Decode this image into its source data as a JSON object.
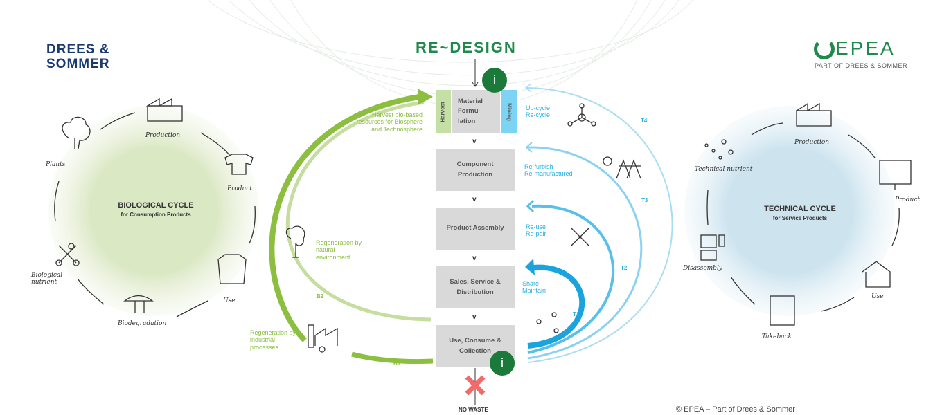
{
  "logos": {
    "drees_sommer": "DREES &\nSOMMER",
    "redesign": "RE~DESIGN",
    "epea": "EPEA",
    "epea_sub": "PART OF DREES & SOMMER"
  },
  "biological_cycle": {
    "title": "BIOLOGICAL CYCLE",
    "subtitle": "for Consumption Products",
    "steps": [
      "Production",
      "Product",
      "Use",
      "Biodegradation",
      "Biological\nnutrient",
      "Plants"
    ]
  },
  "technical_cycle": {
    "title": "TECHNICAL CYCLE",
    "subtitle": "for Service Products",
    "steps": [
      "Production",
      "Product",
      "Use",
      "Takeback",
      "Disassembly",
      "Technical nutrient"
    ]
  },
  "value_chain": {
    "harvest": "Harvest",
    "mining": "Mining",
    "stages": [
      "Material\nFormu-\nlation",
      "Component\nProduction",
      "Product  Assembly",
      "Sales,  Service &\nDistribution",
      "Use,  Consume &\nCollection"
    ],
    "info_icon": "i",
    "no_waste": "NO WASTE"
  },
  "bio_loops": {
    "harvest_label": "Harvest bio-based\nresources for Biosphere\nand Technosphere",
    "natural": "Regeneration  by\nnatural\nenvironment",
    "industrial": "Regeneration  by\nindustrial\nprocesses",
    "b1": "B1",
    "b2": "B2"
  },
  "tech_loops": {
    "t4": {
      "code": "T4",
      "label": "Up-cycle\nRe-cycle"
    },
    "t3": {
      "code": "T3",
      "label": "Re-furbish\nRe-manufactured"
    },
    "t2": {
      "code": "T2",
      "label": "Re-use\nRe-pair"
    },
    "t1": {
      "code": "T1",
      "label": "Share\nMaintain"
    }
  },
  "copyright": "© EPEA – Part of Drees & Sommer",
  "colors": {
    "bio_green": "#8cbf3f",
    "bio_light": "#c5dea0",
    "tech_blue": "#29b0e6",
    "tech_light": "#a9ddf3",
    "info_green": "#1b7a3a",
    "box_gray": "#d9d9da",
    "navy": "#1b3a6f",
    "no_waste_red": "#f26a6a"
  }
}
